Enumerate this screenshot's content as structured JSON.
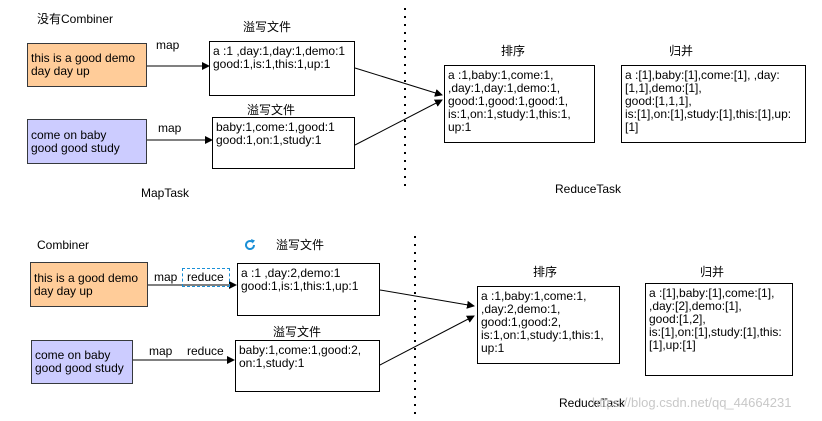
{
  "top": {
    "title": "没有Combiner",
    "input1": "this is a good demo\nday day up",
    "input2": "come on baby\ngood good study",
    "map1": "map",
    "map2": "map",
    "spill_label1": "溢写文件",
    "spill_label2": "溢写文件",
    "spill1": "a :1 ,day:1,day:1,demo:1\ngood:1,is:1,this:1,up:1",
    "spill2": "baby:1,come:1,good:1\ngood:1,on:1,study:1",
    "sort_label": "排序",
    "sort": "a :1,baby:1,come:1,\n,day:1,day:1,demo:1,\ngood:1,good:1,good:1,\nis:1,on:1,study:1,this:1,\nup:1",
    "merge_label": "归并",
    "merge": "a :[1],baby:[1],come:[1], ,day:\n[1,1],demo:[1],\ngood:[1,1,1],\nis:[1],on:[1],study:[1],this:[1],up:[1]",
    "maptask": "MapTask",
    "reducetask": "ReduceTask"
  },
  "bottom": {
    "title": "Combiner",
    "input1": "this is a good demo\nday day up",
    "input2": "come on baby\ngood good study",
    "map1": "map",
    "reduce1": "reduce",
    "map2": "map",
    "reduce2": "reduce",
    "spill_label1": "溢写文件",
    "spill_label2": "溢写文件",
    "spill1": "a :1 ,day:2,demo:1\ngood:1,is:1,this:1,up:1",
    "spill2": "baby:1,come:1,good:2,\non:1,study:1",
    "sort_label": "排序",
    "sort": "a :1,baby:1,come:1,\n,day:2,demo:1,\ngood:1,good:2,\nis:1,on:1,study:1,this:1,\nup:1",
    "merge_label": "归并",
    "merge": "a :[1],baby:[1],come:[1],\n,day:[2],demo:[1],\ngood:[1,2],\nis:[1],on:[1],study:[1],this:\n[1],up:[1]",
    "reducetask": "ReduceTask"
  },
  "watermark": "https://blog.csdn.net/qq_44664231",
  "colors": {
    "orange_fill": "#ffcc99",
    "purple_fill": "#ccccff",
    "refresh_icon": "#1a8fd6",
    "dashed_border": "#1a8fd6"
  }
}
